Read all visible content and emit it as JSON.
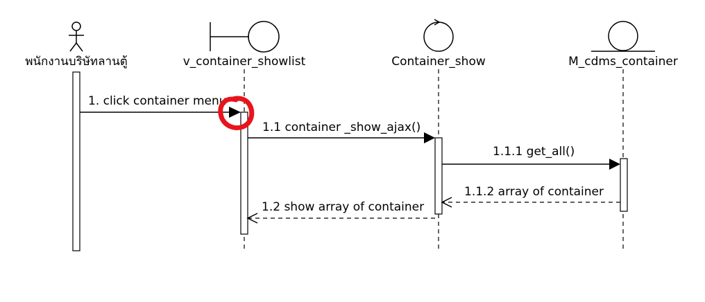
{
  "diagram": {
    "participants": [
      {
        "id": "actor",
        "label": "พนักงานบริษัทลานตู้",
        "kind": "actor"
      },
      {
        "id": "boundary",
        "label": "v_container_showlist",
        "kind": "boundary"
      },
      {
        "id": "control",
        "label": "Container_show",
        "kind": "control"
      },
      {
        "id": "entity",
        "label": "M_cdms_container",
        "kind": "entity"
      }
    ],
    "messages": [
      {
        "label": "1. click container menu",
        "from": "actor",
        "to": "boundary",
        "style": "sync"
      },
      {
        "label": "1.1 container _show_ajax()",
        "from": "boundary",
        "to": "control",
        "style": "sync"
      },
      {
        "label": "1.1.1 get_all()",
        "from": "control",
        "to": "entity",
        "style": "sync"
      },
      {
        "label": "1.1.2 array of container",
        "from": "entity",
        "to": "control",
        "style": "return"
      },
      {
        "label": "1.2 show array of container",
        "from": "control",
        "to": "boundary",
        "style": "return"
      }
    ],
    "highlight_color": "#e8141c"
  }
}
